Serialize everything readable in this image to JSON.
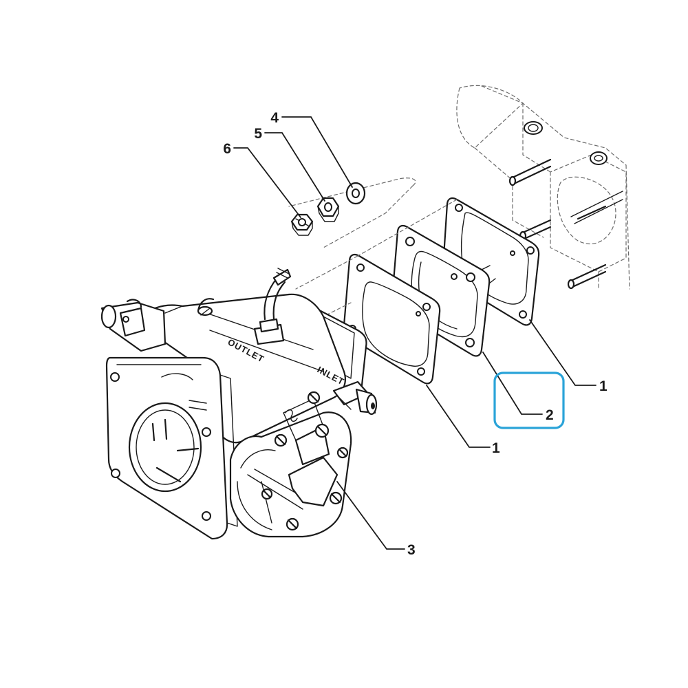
{
  "diagram": {
    "callouts": [
      {
        "id": "c1a",
        "label": "1"
      },
      {
        "id": "c1b",
        "label": "1"
      },
      {
        "id": "c2",
        "label": "2"
      },
      {
        "id": "c3",
        "label": "3"
      },
      {
        "id": "c4",
        "label": "4"
      },
      {
        "id": "c5",
        "label": "5"
      },
      {
        "id": "c6",
        "label": "6"
      }
    ],
    "body_markings": {
      "outlet": "OUTLET",
      "inlet": "INLET"
    },
    "highlight": {
      "target_callout": "2",
      "color": "#2aa3d8"
    },
    "ink_color": "#1a1a1a",
    "background_color": "#ffffff"
  }
}
